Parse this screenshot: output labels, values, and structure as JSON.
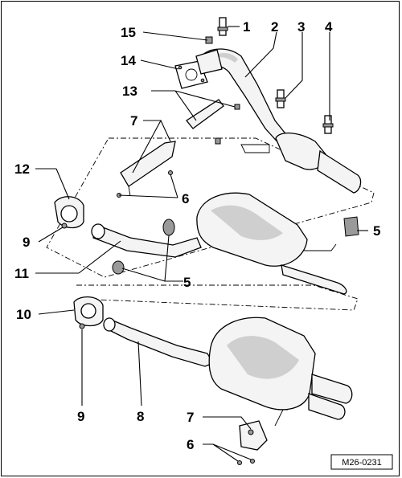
{
  "callouts": {
    "c1": "1",
    "c2": "2",
    "c3": "3",
    "c4": "4",
    "c5a": "5",
    "c5b": "5",
    "c6a": "6",
    "c6b": "6",
    "c7a": "7",
    "c7b": "7",
    "c8": "8",
    "c9a": "9",
    "c9b": "9",
    "c10": "10",
    "c11": "11",
    "c12": "12",
    "c13": "13",
    "c14": "14",
    "c15": "15"
  },
  "reference_code": "M26-0231"
}
